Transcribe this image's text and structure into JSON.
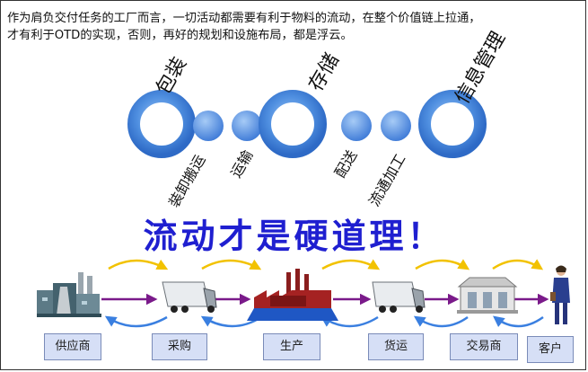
{
  "intro": {
    "line1": "作为肩负交付任务的工厂而言，一切活动都需要有利于物料的流动，在整个价值链上拉通，",
    "line2": "才有利于OTD的实现，否则，再好的规划和设施布局，都是浮云。"
  },
  "stages": {
    "packaging": "包装",
    "loading": "装卸搬运",
    "transport": "运输",
    "storage": "存储",
    "distribution": "配送",
    "processing": "流通加工",
    "info_mgmt": "信息管理"
  },
  "headline": "流动才是硬道理！",
  "chain": [
    "供应商",
    "采购",
    "生产",
    "货运",
    "交易商",
    "客户"
  ],
  "colors": {
    "ring": "#4f8fe0",
    "headline": "#1f1fd0",
    "arrow_forward": "#7a1a8a",
    "arrow_yellow": "#f2c200",
    "arrow_blue": "#3a7fe0",
    "label_fill": "#d6dff6"
  },
  "icons": [
    "factory-icon",
    "truck-icon",
    "plant-icon",
    "truck-icon",
    "store-icon",
    "customer-icon"
  ]
}
